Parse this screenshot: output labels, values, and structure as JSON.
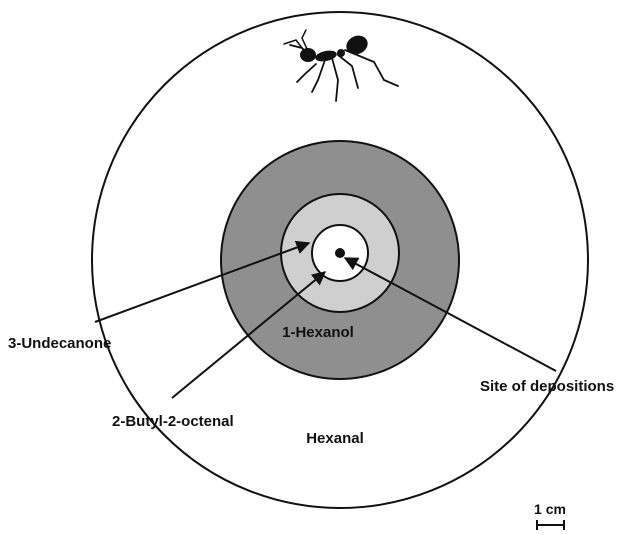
{
  "diagram": {
    "zones": {
      "outer": {
        "label": "Hexanal",
        "fill": "#ffffff"
      },
      "middle": {
        "label": "1-Hexanol",
        "fill": "#8f8f8f"
      },
      "inner_ring": {
        "fill": "#cfcfcf"
      },
      "core": {
        "fill": "#ffffff"
      }
    },
    "callouts": {
      "undecanone": "3-Undecanone",
      "butyl_octenal": "2-Butyl-2-octenal",
      "deposition": "Site of depositions"
    },
    "scale_bar": {
      "label": "1 cm"
    },
    "colors": {
      "stroke": "#111111",
      "dot": "#111111"
    },
    "icons": {
      "ant": "ant-icon"
    }
  }
}
